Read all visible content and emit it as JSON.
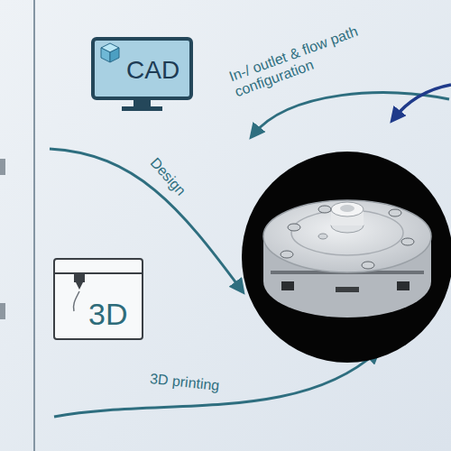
{
  "diagram": {
    "nodes": [
      {
        "text": [
          "CAD"
        ]
      },
      {
        "text": [
          "3D"
        ]
      }
    ],
    "labels": [
      "Design",
      "3D printing",
      "In-/ outlet & flow path configuration"
    ]
  }
}
